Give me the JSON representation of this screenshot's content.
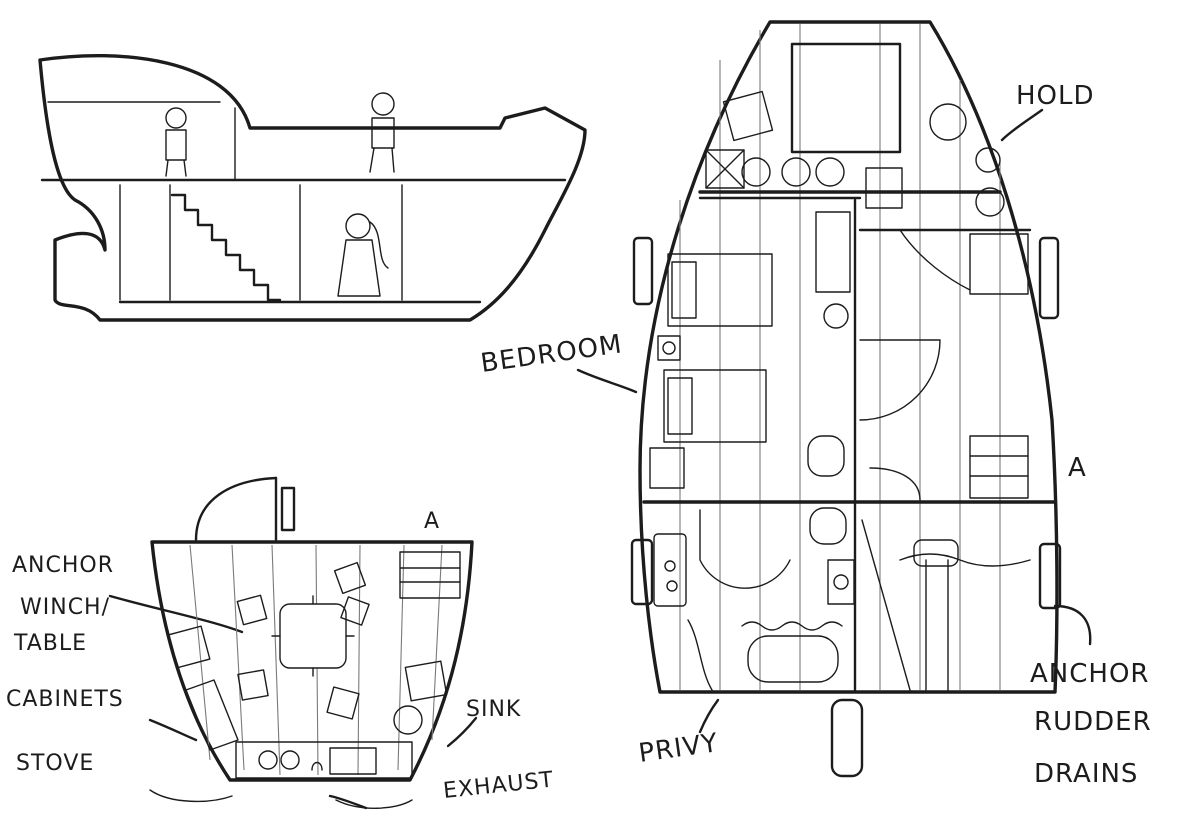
{
  "labels": {
    "hold": "HOLD",
    "bedroom": "BEDROOM",
    "section_mark_right": "A",
    "section_mark_left": "A",
    "anchor_right": "ANCHOR",
    "rudder": "RUDDER",
    "drains": "DRAINS",
    "privy": "PRIVY",
    "anchor_left": "ANCHOR",
    "winch": "WINCH/",
    "table": "TABLE",
    "cabinets": "CABINETS",
    "stove": "STOVE",
    "sink": "SINK",
    "exhaust": "EXHAUST"
  },
  "colors": {
    "ink": "#1c1c1c",
    "paper": "#ffffff",
    "pencil": "#7a7a7a"
  }
}
